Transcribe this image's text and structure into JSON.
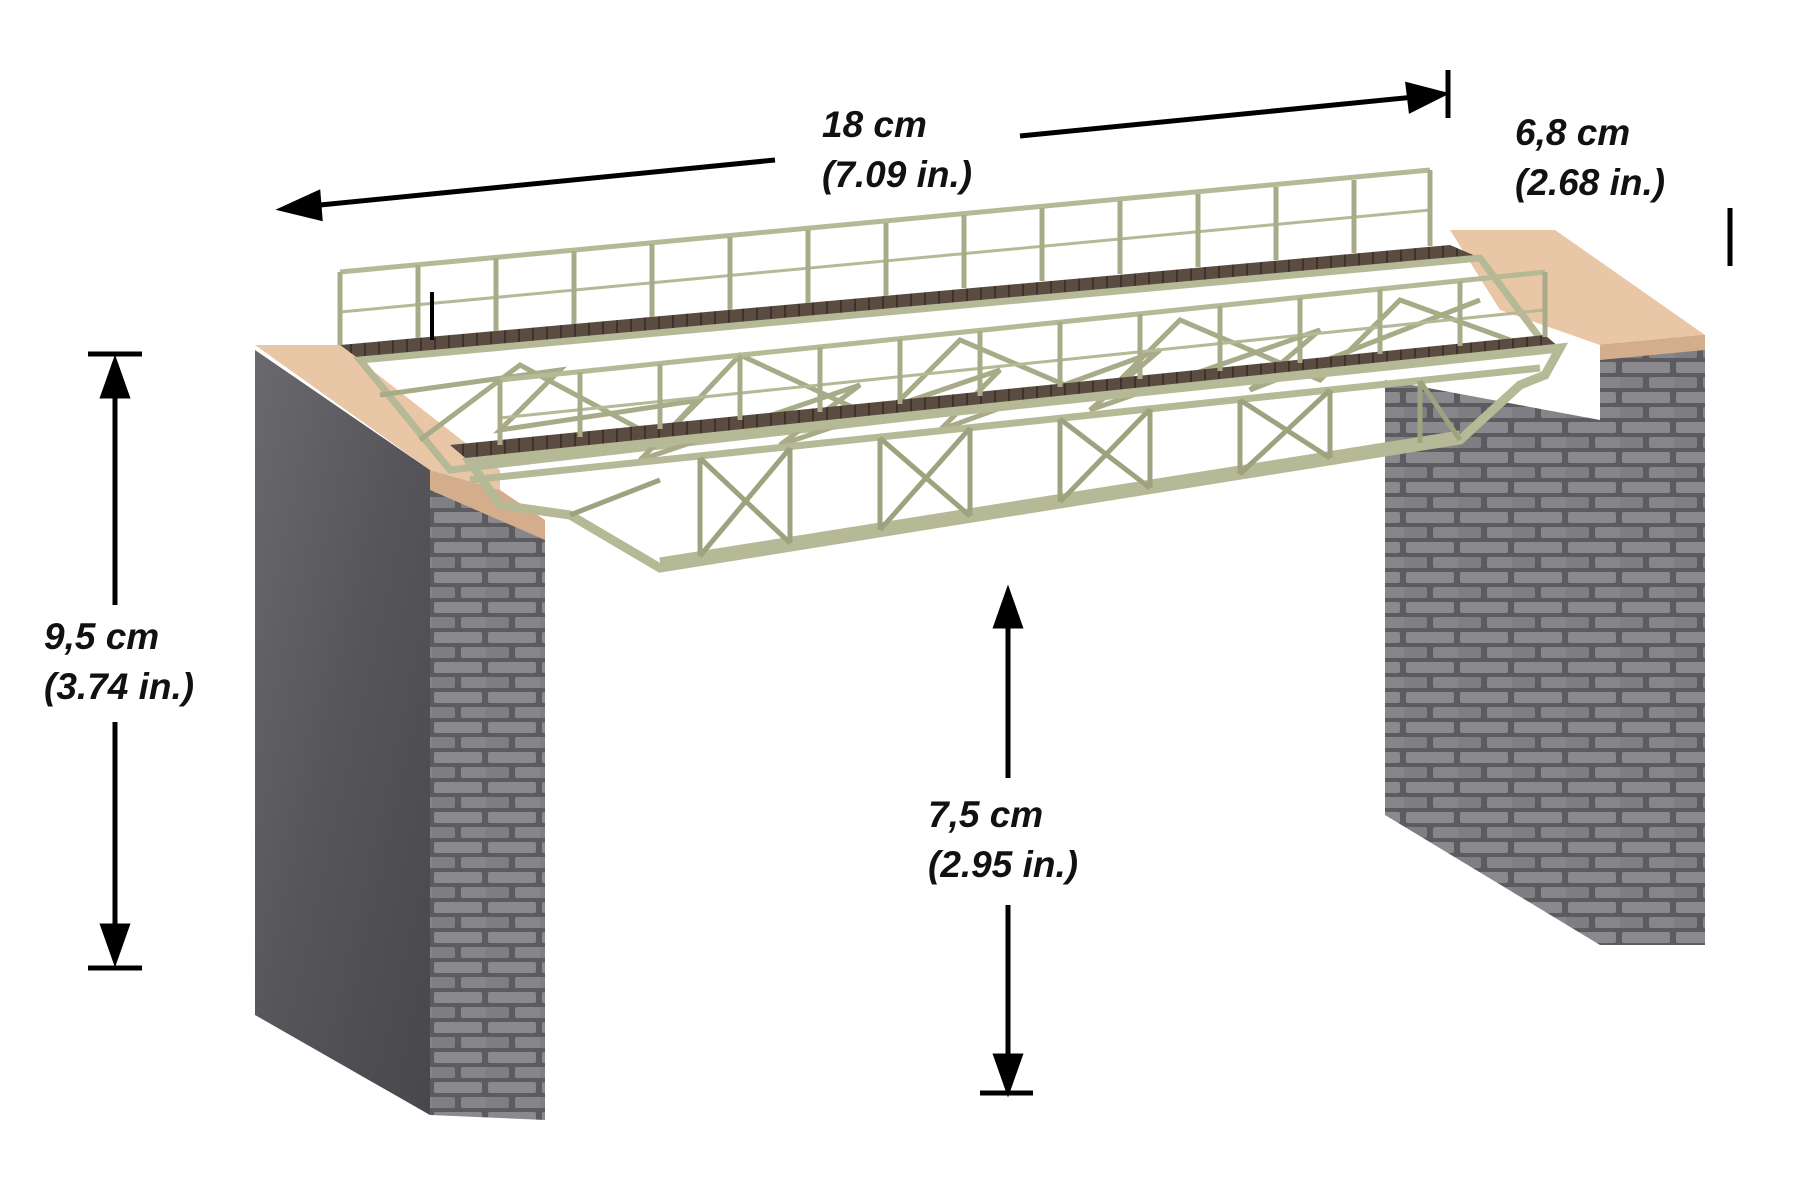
{
  "dimensions": {
    "length": {
      "metric": "18 cm",
      "imperial": "(7.09 in.)"
    },
    "width": {
      "metric": "6,8 cm",
      "imperial": "(2.68 in.)"
    },
    "total_height": {
      "metric": "9,5 cm",
      "imperial": "(3.74 in.)"
    },
    "clearance": {
      "metric": "7,5 cm",
      "imperial": "(2.95 in.)"
    }
  },
  "colors": {
    "girder": "#b6b996",
    "girder_dark": "#8e9170",
    "deck": "#5b4c42",
    "stone": "#6a6a6e",
    "stone_dark": "#4c4c50",
    "capstone": "#e8c6a6",
    "dimension_line": "#000000"
  }
}
